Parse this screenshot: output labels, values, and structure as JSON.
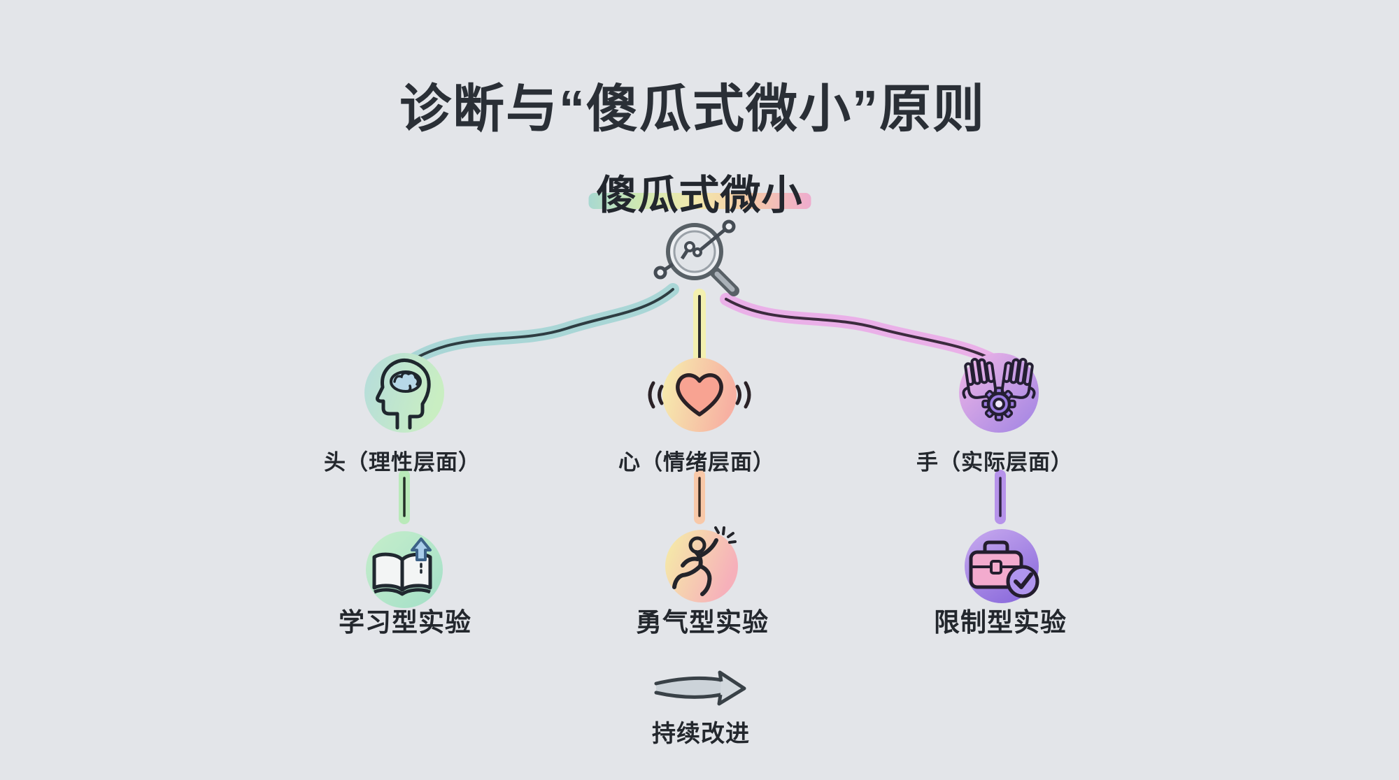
{
  "page": {
    "background": "#e3e5e9",
    "title": "诊断与“傻瓜式微小”原则"
  },
  "diagram": {
    "root": {
      "label": "傻瓜式微小",
      "icon": "magnifier-chart-icon",
      "highlight_colors": [
        "#9ed6cc",
        "#c9e9a9",
        "#f5e9a2",
        "#f9c69b",
        "#f0a2c9"
      ]
    },
    "branches": [
      {
        "id": "head",
        "label": "头（理性层面）",
        "icon": "head-brain-icon",
        "icon_colors": [
          "#b5dcdc",
          "#c9eec2"
        ],
        "connector_color": "#a9d6d6",
        "sub_connector_color": "#b9eab9",
        "experiment": {
          "label": "学习型实验",
          "icon": "book-up-arrow-icon",
          "icon_colors": [
            "#c6eecb",
            "#a3dfc8"
          ]
        }
      },
      {
        "id": "heart",
        "label": "心（情绪层面）",
        "icon": "heart-waves-icon",
        "icon_colors": [
          "#f6efae",
          "#f7b0a2"
        ],
        "connector_color": "#f3f0b0",
        "sub_connector_color": "#f8c8a8",
        "experiment": {
          "label": "勇气型实验",
          "icon": "running-person-icon",
          "icon_colors": [
            "#f5efa6",
            "#f6b0ba"
          ]
        }
      },
      {
        "id": "hand",
        "label": "手（实际层面）",
        "icon": "hands-gear-icon",
        "icon_colors": [
          "#f2b8e6",
          "#9f83e4"
        ],
        "connector_color": "#eab0e8",
        "sub_connector_color": "#b693ea",
        "experiment": {
          "label": "限制型实验",
          "icon": "briefcase-check-icon",
          "icon_colors": [
            "#c9abef",
            "#8e6edd"
          ]
        }
      }
    ],
    "footer": {
      "label": "持续改进",
      "icon": "arrow-right-icon"
    }
  }
}
